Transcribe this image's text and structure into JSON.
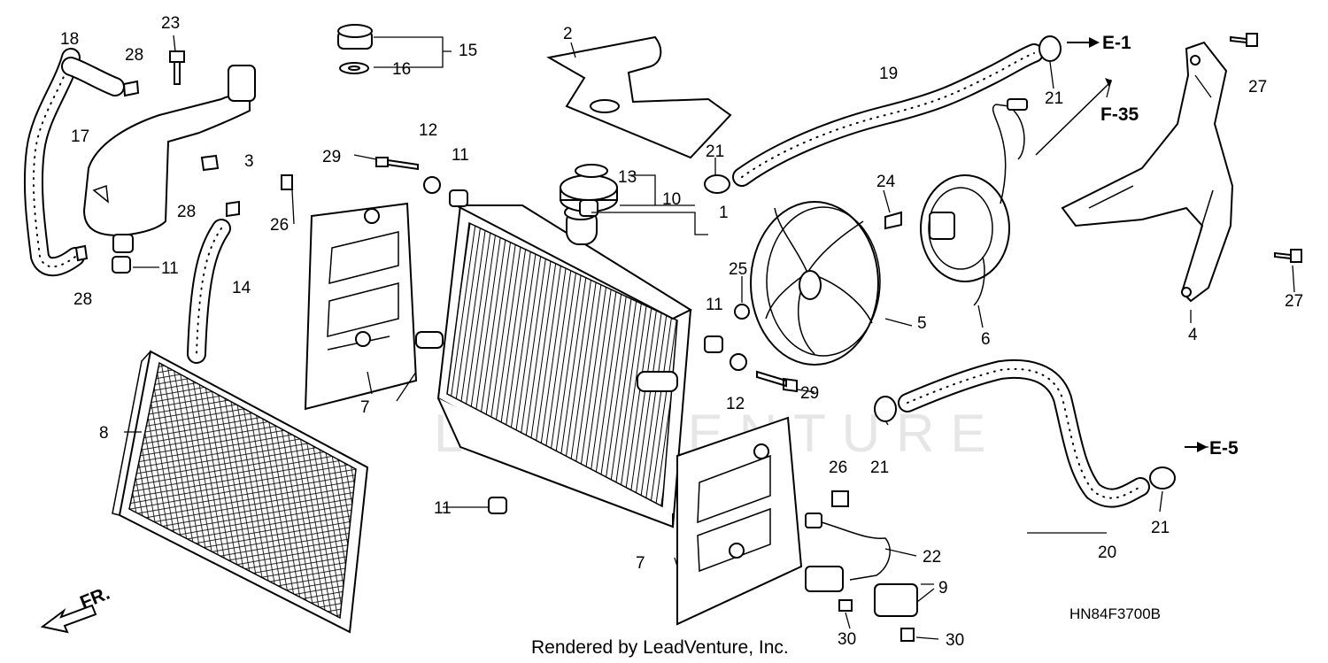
{
  "part_numbers": {
    "n1": "1",
    "n2": "2",
    "n3": "3",
    "n4": "4",
    "n5": "5",
    "n6": "6",
    "n7a": "7",
    "n7b": "7",
    "n8": "8",
    "n9": "9",
    "n10": "10",
    "n11a": "11",
    "n11b": "11",
    "n11c": "11",
    "n11d": "11",
    "n12a": "12",
    "n12b": "12",
    "n13": "13",
    "n14": "14",
    "n15": "15",
    "n16": "16",
    "n17": "17",
    "n18": "18",
    "n19": "19",
    "n20": "20",
    "n21a": "21",
    "n21b": "21",
    "n21c": "21",
    "n21d": "21",
    "n22": "22",
    "n23": "23",
    "n24": "24",
    "n25": "25",
    "n26a": "26",
    "n26b": "26",
    "n27a": "27",
    "n27b": "27",
    "n28a": "28",
    "n28b": "28",
    "n28c": "28",
    "n29a": "29",
    "n29b": "29",
    "n30a": "30",
    "n30b": "30"
  },
  "references": {
    "e1": "E-1",
    "e5": "E-5",
    "f35": "F-35"
  },
  "front_label": "FR.",
  "diagram_code": "HN84F3700B",
  "credit": "Rendered by LeadVenture, Inc.",
  "watermark": "LEADVENTURE"
}
